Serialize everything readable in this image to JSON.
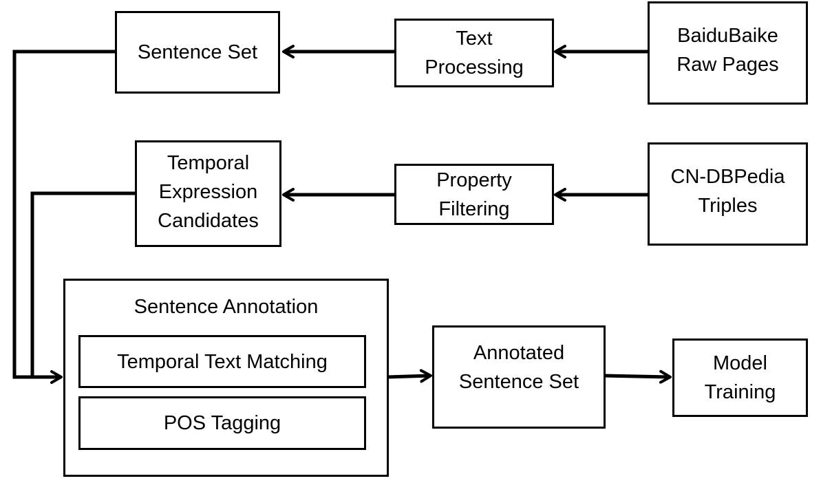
{
  "nodes": {
    "sentence_set": "Sentence Set",
    "text_processing": [
      "Text",
      "Processing"
    ],
    "baidubaike_raw_pages": [
      "BaiduBaike",
      "Raw Pages"
    ],
    "temporal_expression_candidates": [
      "Temporal",
      "Expression",
      "Candidates"
    ],
    "property_filtering": [
      "Property",
      "Filtering"
    ],
    "cn_dbpedia_triples": [
      "CN-DBPedia",
      "Triples"
    ],
    "sentence_annotation": {
      "title": "Sentence Annotation",
      "steps": [
        "Temporal Text Matching",
        "POS Tagging"
      ]
    },
    "annotated_sentence_set": [
      "Annotated",
      "Sentence Set"
    ],
    "model_training": [
      "Model",
      "Training"
    ]
  }
}
